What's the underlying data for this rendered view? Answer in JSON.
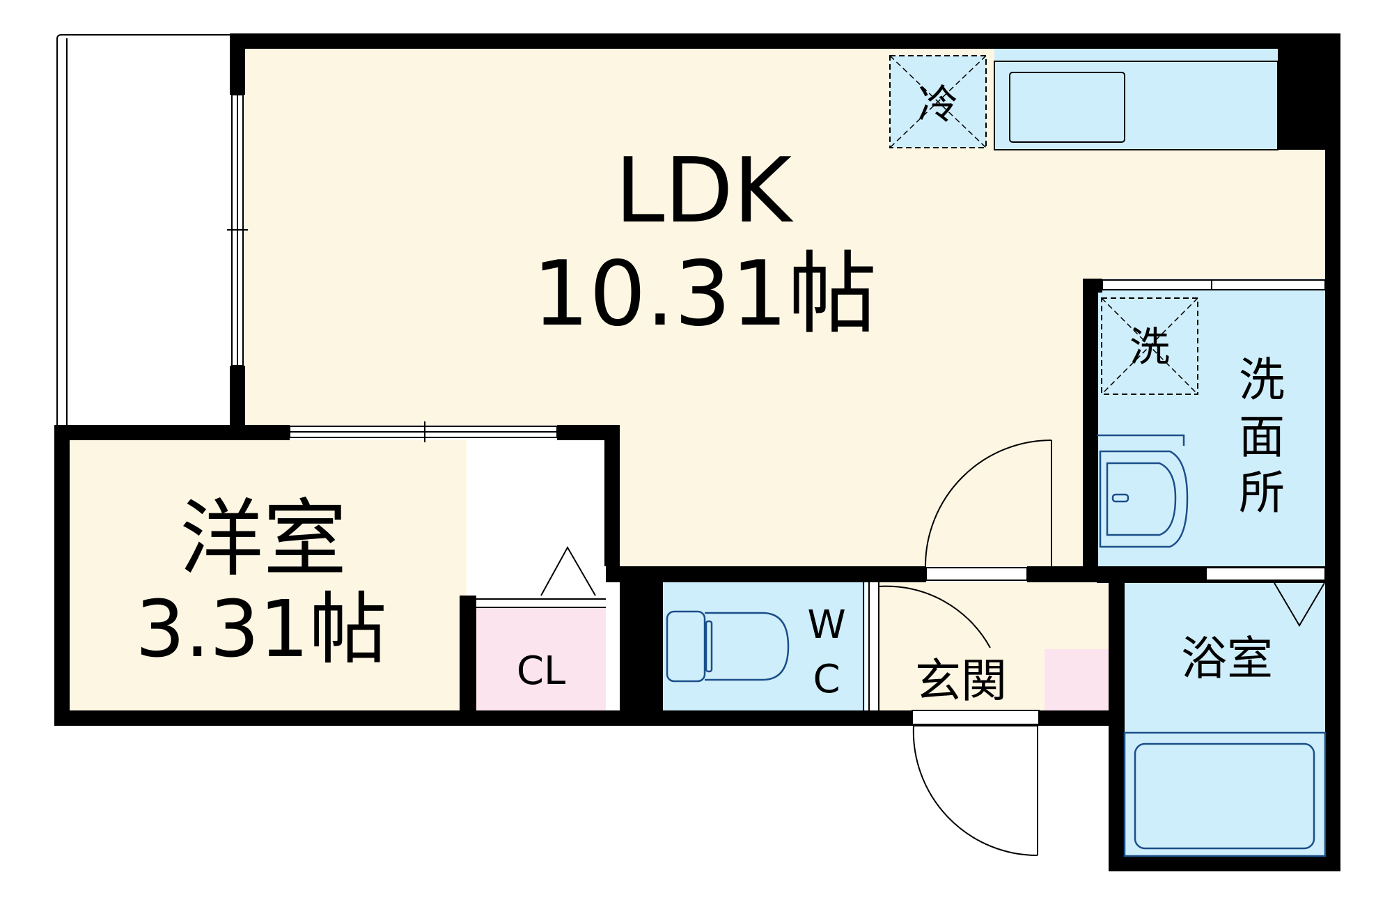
{
  "rooms": {
    "ldk": {
      "name": "LDK",
      "area": "10.31帖"
    },
    "western": {
      "name": "洋室",
      "area": "3.31帖"
    },
    "closet": {
      "name": "CL"
    },
    "wc": {
      "line1": "W",
      "line2": "C"
    },
    "entrance": {
      "name": "玄関"
    },
    "bath": {
      "name": "浴室"
    },
    "washroom": {
      "line1": "洗",
      "line2": "面",
      "line3": "所"
    }
  },
  "symbols": {
    "fridge": "冷",
    "washer": "洗"
  },
  "colors": {
    "wall": "#000000",
    "room_floor": "#fdf6e3",
    "wet_area": "#cfeefb",
    "closet": "#fce4ef",
    "fixture_stroke": "#1b4f8a"
  }
}
